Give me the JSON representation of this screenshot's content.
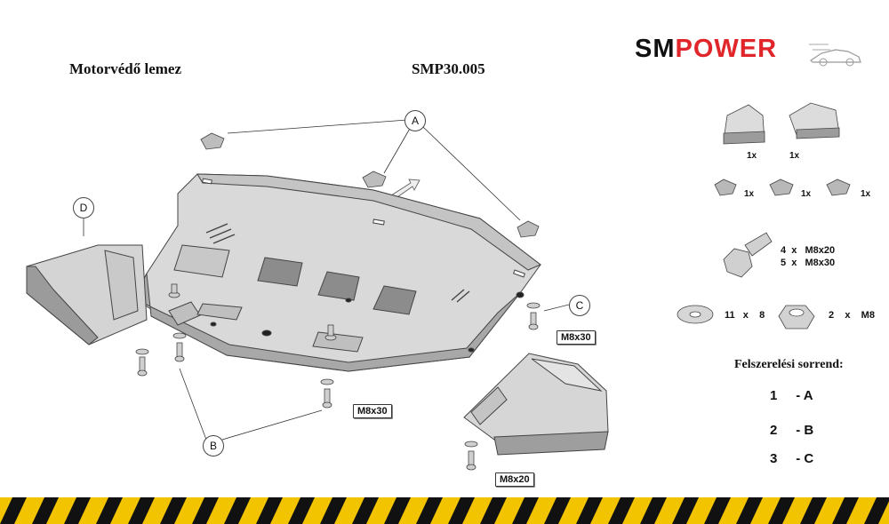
{
  "header": {
    "title": "Motorvédő lemez",
    "part_number": "SMP30.005"
  },
  "logo": {
    "part1": "SM",
    "part2": "POWER",
    "accent_color": "#e0262b"
  },
  "callouts": {
    "a": "A",
    "b": "B",
    "c": "C",
    "d": "D"
  },
  "bolt_labels": {
    "label1": "M8x30",
    "label2": "M8x30",
    "label3": "M8x20"
  },
  "parts_list": {
    "brackets_count_left": "1x",
    "brackets_count_right": "1x",
    "clips_count_1": "1x",
    "clips_count_2": "1x",
    "clips_count_3": "1x",
    "bolt_spec_1": "4  x   M8x20",
    "bolt_spec_2": "5  x   M8x30",
    "washer_spec": "11   x    8",
    "nut_spec": "2    x    M8"
  },
  "order": {
    "title": "Felszerelési sorrend:",
    "rows": [
      {
        "num": "1",
        "letter": "- A"
      },
      {
        "num": "2",
        "letter": "- B"
      },
      {
        "num": "3",
        "letter": "- C"
      }
    ]
  },
  "colors": {
    "stripe_yellow": "#f2c400",
    "stripe_black": "#111111",
    "sheet_fill": "#d9d9d9",
    "sheet_dark": "#9a9a9a"
  }
}
